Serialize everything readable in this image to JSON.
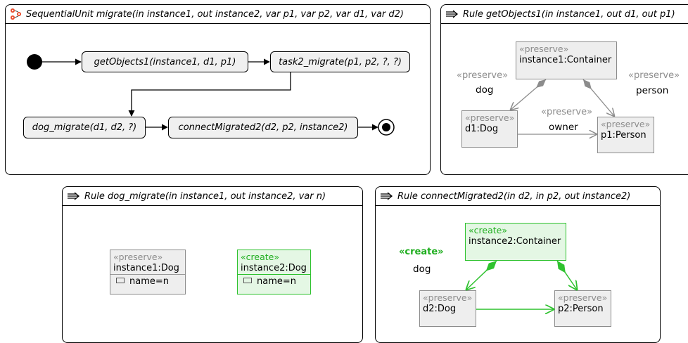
{
  "panels": {
    "seq": {
      "title": "SequentialUnit migrate(in instance1, out instance2, var p1, var p2, var d1, var d2)"
    },
    "get": {
      "title": "Rule getObjects1(in instance1, out d1, out p1)"
    },
    "dog": {
      "title": "Rule dog_migrate(in instance1, out instance2, var n)"
    },
    "con": {
      "title": "Rule connectMigrated2(in d2, in p2, out instance2)"
    }
  },
  "seq": {
    "states": {
      "getObjects1": "getObjects1(instance1, d1, p1)",
      "task2": "task2_migrate(p1, p2, ?, ?)",
      "dog_migrate": "dog_migrate(d1, d2, ?)",
      "connect": "connectMigrated2(d2, p2, instance2)"
    }
  },
  "get": {
    "container": {
      "stereotype": "«preserve»",
      "name": "instance1:Container"
    },
    "dog": {
      "stereotype": "«preserve»",
      "name": "d1:Dog"
    },
    "person": {
      "stereotype": "«preserve»",
      "name": "p1:Person"
    },
    "edge_dog": {
      "stereotype": "«preserve»",
      "name": "dog"
    },
    "edge_person": {
      "stereotype": "«preserve»",
      "name": "person"
    },
    "edge_owner": {
      "stereotype": "«preserve»",
      "name": "owner"
    }
  },
  "dog": {
    "src": {
      "stereotype": "«preserve»",
      "name": "instance1:Dog",
      "attr": "name=n"
    },
    "dst": {
      "stereotype": "«create»",
      "name": "instance2:Dog",
      "attr": "name=n"
    }
  },
  "con": {
    "container": {
      "stereotype": "«create»",
      "name": "instance2:Container"
    },
    "dog": {
      "stereotype": "«preserve»",
      "name": "d2:Dog"
    },
    "person": {
      "stereotype": "«preserve»",
      "name": "p2:Person"
    },
    "edge_dog": {
      "stereotype": "«create»",
      "name": "dog"
    }
  },
  "colors": {
    "preserve": "#8c8c8c",
    "create": "#2fc22f",
    "fill_preserve": "#eeeeee",
    "fill_create": "#e4f7e4"
  }
}
